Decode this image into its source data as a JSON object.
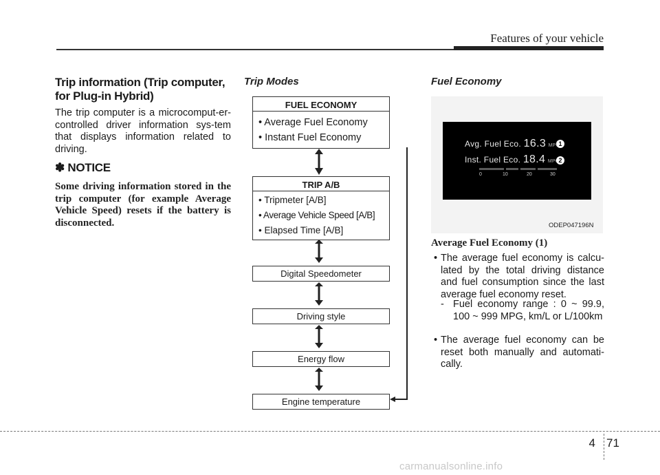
{
  "header": {
    "title": "Features of your vehicle"
  },
  "col1": {
    "heading": "Trip information (Trip computer, for Plug-in Hybrid)",
    "body": "The trip computer is a microcomput-er-controlled driver information sys-tem that displays information related to driving.",
    "notice_title": "✽ NOTICE",
    "notice_body": "Some driving information stored in the trip computer (for example Average Vehicle Speed) resets if the battery is disconnected."
  },
  "trip_modes": {
    "title": "Trip Modes",
    "fuel_box": {
      "header": "FUEL ECONOMY",
      "items": [
        "• Average Fuel Economy",
        "• Instant Fuel Economy"
      ]
    },
    "trip_box": {
      "header": "TRIP A/B",
      "items": [
        "• Tripmeter [A/B]",
        "• Average Vehicle Speed [A/B]",
        "• Elapsed Time [A/B]"
      ]
    },
    "simple_boxes": [
      "Digital Speedometer",
      "Driving style",
      "Energy flow",
      "Engine temperature"
    ]
  },
  "fuel_economy": {
    "title": "Fuel Economy",
    "display": {
      "row1_label": "Avg. Fuel Eco.",
      "row1_value": "16.3",
      "row1_unit": "MPG",
      "row1_badge": "1",
      "row2_label": "Inst. Fuel Eco.",
      "row2_value": "18.4",
      "row2_unit": "MPG",
      "row2_badge": "2",
      "scale_ticks": [
        "0",
        "10",
        "20",
        "30"
      ]
    },
    "image_code": "ODEP047196N",
    "subheading": "Average Fuel Economy (1)",
    "bullet1": "The average fuel economy is calcu-lated by the total driving distance and fuel consumption since the last average fuel economy reset.",
    "dash1": "Fuel economy range : 0 ~ 99.9, 100 ~ 999 MPG, km/L or L/100km",
    "bullet2": "The average fuel economy can be reset both manually and automati-cally.",
    "bullet_symbol": "•",
    "dash_symbol": "-"
  },
  "footer": {
    "chapter": "4",
    "page": "71"
  },
  "watermark": "carmanualsonline.info"
}
